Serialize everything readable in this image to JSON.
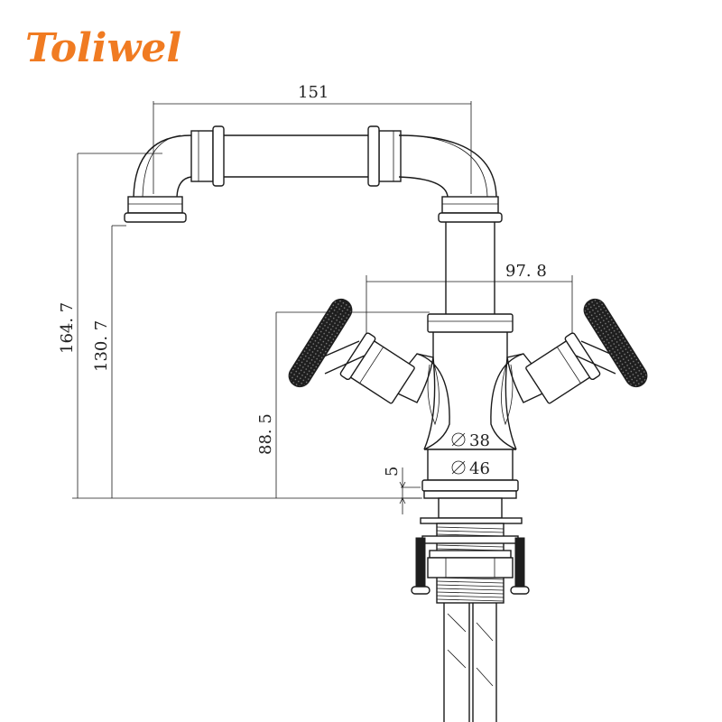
{
  "brand": {
    "name": "Toliwel",
    "color": "#f07b22"
  },
  "dimensions": {
    "spout_width": "151",
    "handle_span": "97. 8",
    "total_height": "164. 7",
    "spout_outlet_height": "130. 7",
    "handle_height": "88. 5",
    "base_inner_diameter": "38",
    "base_outer_diameter": "46",
    "base_plate_thickness": "5"
  }
}
